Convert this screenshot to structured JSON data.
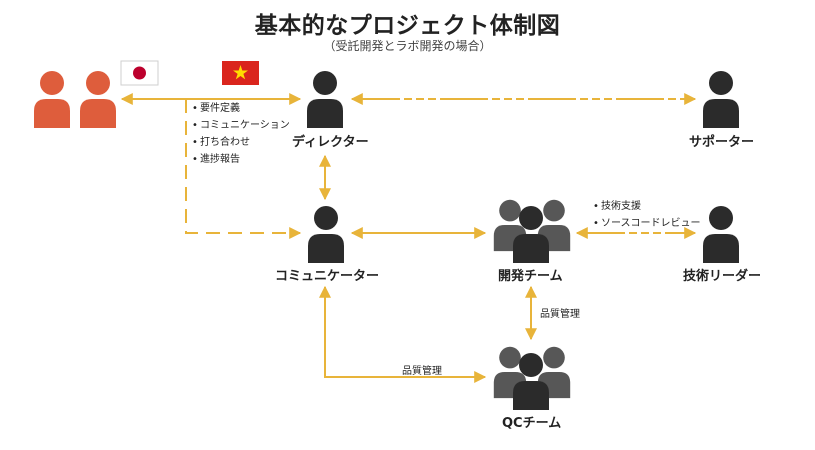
{
  "title": "基本的なプロジェクト体制図",
  "subtitle": "（受託開発とラボ開発の場合）",
  "colors": {
    "client": "#de5d3c",
    "person": "#2b2b2b",
    "team_back": "#575757",
    "arrow": "#e8b43a",
    "japan_red": "#bc002d",
    "vietnam_red": "#da251d",
    "vietnam_star": "#ffdd00"
  },
  "nodes": {
    "director": "ディレクター",
    "supporter": "サポーター",
    "communicator": "コミュニケーター",
    "dev_team": "開発チーム",
    "tech_leader": "技術リーダー",
    "qc_team": "QCチーム"
  },
  "client_notes": [
    "要件定義",
    "コミュニケーション",
    "打ち合わせ",
    "進捗報告"
  ],
  "leader_notes": [
    "技術支援",
    "ソースコードレビュー"
  ],
  "quality_label": "品質管理"
}
